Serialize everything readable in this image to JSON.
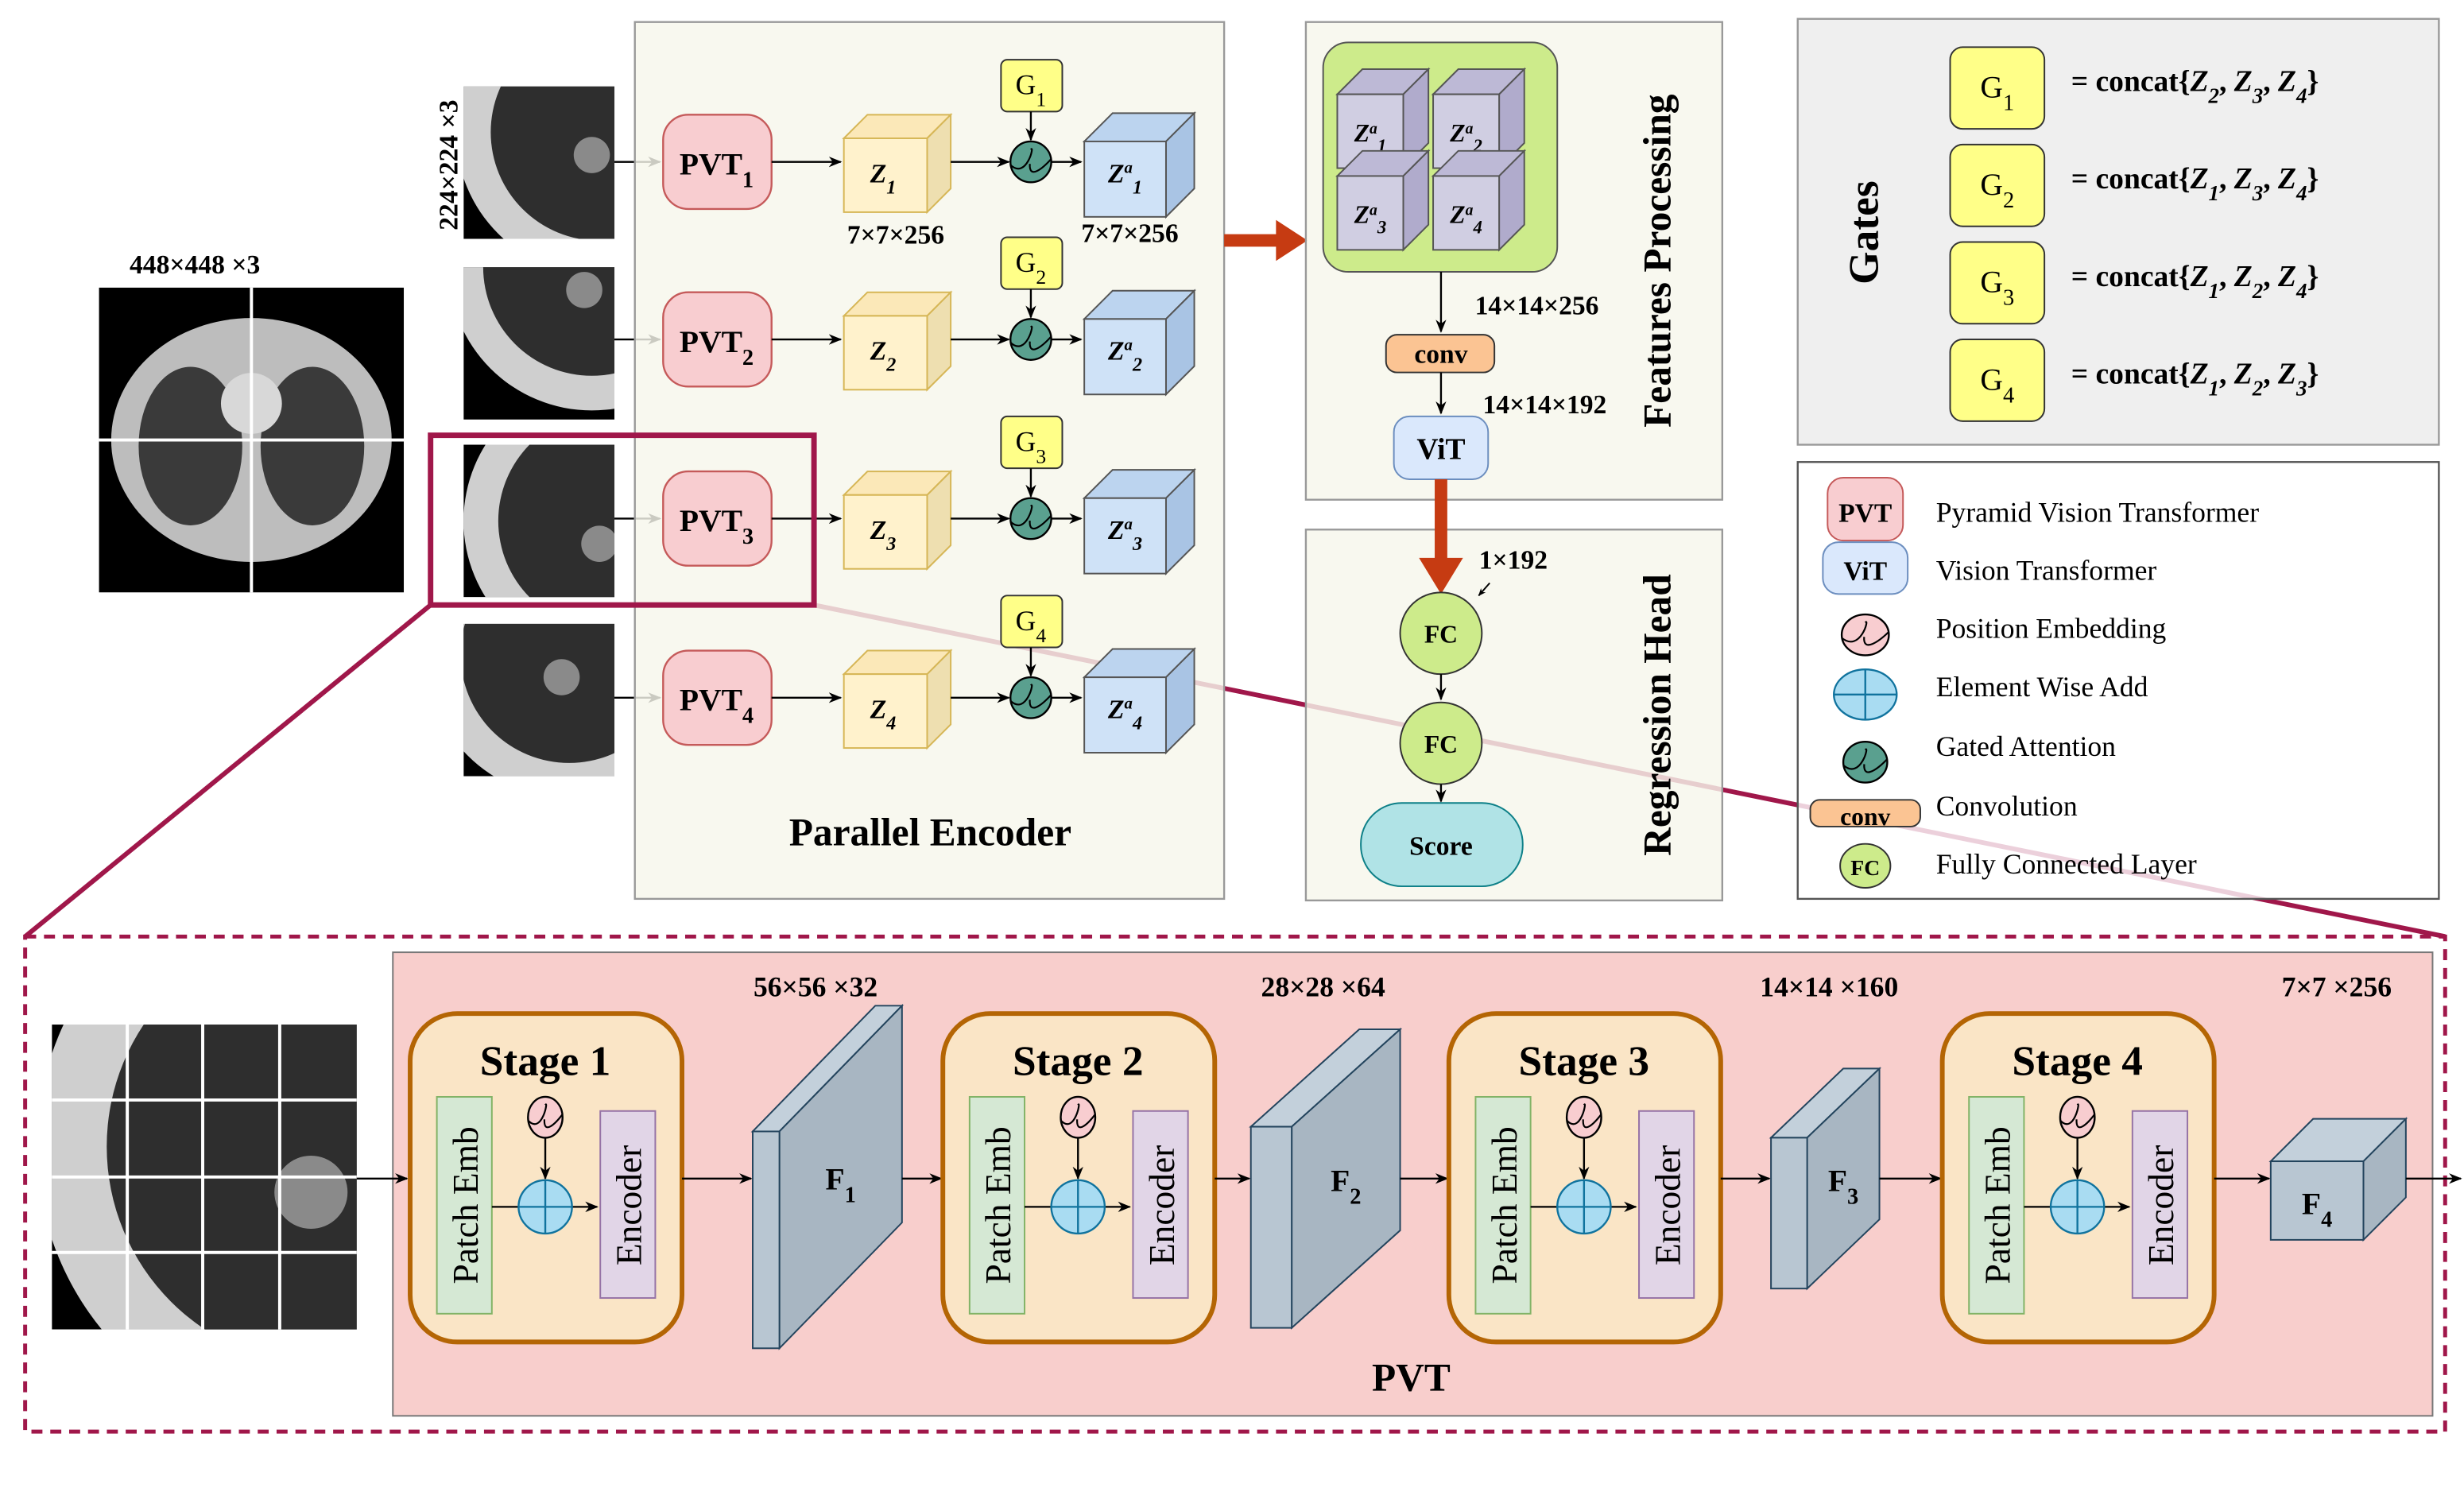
{
  "colors": {
    "accent_crimson": "#a0174a",
    "arrow_orange": "#c63b12",
    "pvt_fill": "#f8cdd0",
    "pvt_stroke": "#c55a5a",
    "z_fill": "#fff2cc",
    "za_fill": "#cfe2f7",
    "gate_fill": "#ffff88",
    "gated_attention": "#5aa08f",
    "conv_fill": "#fbc493",
    "vit_fill": "#dae8fc",
    "fc_fill": "#cdeb8b",
    "score_fill": "#b0e3e6",
    "stage_fill": "#fae5c6",
    "stage_stroke": "#b46504",
    "pvt_panel_fill": "#f8cecc",
    "feature_map": "#a8b6c2"
  },
  "input": {
    "dims": "448×448 ×3"
  },
  "crops": {
    "dims": "224×224 ×3"
  },
  "encoder": {
    "title": "Parallel Encoder",
    "dim_z": "7×7×256",
    "dim_za": "7×7×256",
    "rows": [
      {
        "pvt": "PVT",
        "pvt_sub": "1",
        "z": "Z",
        "z_sub": "1",
        "gate": "G",
        "gate_sub": "1",
        "za": "Z",
        "za_sup": "a",
        "za_sub": "1"
      },
      {
        "pvt": "PVT",
        "pvt_sub": "2",
        "z": "Z",
        "z_sub": "2",
        "gate": "G",
        "gate_sub": "2",
        "za": "Z",
        "za_sup": "a",
        "za_sub": "2"
      },
      {
        "pvt": "PVT",
        "pvt_sub": "3",
        "z": "Z",
        "z_sub": "3",
        "gate": "G",
        "gate_sub": "3",
        "za": "Z",
        "za_sup": "a",
        "za_sub": "3"
      },
      {
        "pvt": "PVT",
        "pvt_sub": "4",
        "z": "Z",
        "z_sub": "4",
        "gate": "G",
        "gate_sub": "4",
        "za": "Z",
        "za_sup": "a",
        "za_sub": "4"
      }
    ]
  },
  "features": {
    "title": "Features Processing",
    "cubes": [
      {
        "base": "Z",
        "sup": "a",
        "sub": "1"
      },
      {
        "base": "Z",
        "sup": "a",
        "sub": "2"
      },
      {
        "base": "Z",
        "sup": "a",
        "sub": "3"
      },
      {
        "base": "Z",
        "sup": "a",
        "sub": "4"
      }
    ],
    "dim_concat": "14×14×256",
    "conv": "conv",
    "dim_conv": "14×14×192",
    "vit": "ViT"
  },
  "regression": {
    "title": "Regression Head",
    "dim": "1×192",
    "fc1": "FC",
    "fc2": "FC",
    "score": "Score"
  },
  "gates": {
    "title": "Gates",
    "items": [
      {
        "g": "G",
        "sub": "1",
        "prefix": "= concat{",
        "terms": [
          {
            "b": "Z",
            "s": "2"
          },
          {
            "b": "Z",
            "s": "3"
          },
          {
            "b": "Z",
            "s": "4"
          }
        ],
        "sep": ", ",
        "suffix": "}"
      },
      {
        "g": "G",
        "sub": "2",
        "prefix": "= concat{",
        "terms": [
          {
            "b": "Z",
            "s": "1"
          },
          {
            "b": "Z",
            "s": "3"
          },
          {
            "b": "Z",
            "s": "4"
          }
        ],
        "sep": ", ",
        "suffix": "}"
      },
      {
        "g": "G",
        "sub": "3",
        "prefix": "= concat{",
        "terms": [
          {
            "b": "Z",
            "s": "1"
          },
          {
            "b": "Z",
            "s": "2"
          },
          {
            "b": "Z",
            "s": "4"
          }
        ],
        "sep": ", ",
        "suffix": "}"
      },
      {
        "g": "G",
        "sub": "4",
        "prefix": "= concat{",
        "terms": [
          {
            "b": "Z",
            "s": "1"
          },
          {
            "b": "Z",
            "s": "2"
          },
          {
            "b": "Z",
            "s": "3"
          }
        ],
        "sep": ", ",
        "suffix": "}"
      }
    ]
  },
  "legend": {
    "items": [
      {
        "icon": "pvt-box",
        "icon_label": "PVT",
        "label": "Pyramid Vision Transformer"
      },
      {
        "icon": "vit-box",
        "icon_label": "ViT",
        "label": "Vision Transformer"
      },
      {
        "icon": "position-embedding-icon",
        "label": "Position Embedding"
      },
      {
        "icon": "element-wise-add-icon",
        "label": "Element Wise Add"
      },
      {
        "icon": "gated-attention-icon",
        "label": "Gated Attention"
      },
      {
        "icon": "conv-box",
        "icon_label": "conv",
        "label": "Convolution"
      },
      {
        "icon": "fc-circle",
        "icon_label": "FC",
        "label": "Fully Connected Layer"
      }
    ]
  },
  "pvt_detail": {
    "title": "PVT",
    "stages": [
      {
        "title": "Stage 1",
        "patch": "Patch Emb",
        "encoder": "Encoder",
        "dims": "56×56 ×32",
        "f": "F",
        "f_sub": "1"
      },
      {
        "title": "Stage 2",
        "patch": "Patch Emb",
        "encoder": "Encoder",
        "dims": "28×28 ×64",
        "f": "F",
        "f_sub": "2"
      },
      {
        "title": "Stage 3",
        "patch": "Patch Emb",
        "encoder": "Encoder",
        "dims": "14×14 ×160",
        "f": "F",
        "f_sub": "3"
      },
      {
        "title": "Stage 4",
        "patch": "Patch Emb",
        "encoder": "Encoder",
        "dims": "7×7 ×256",
        "f": "F",
        "f_sub": "4"
      }
    ]
  }
}
